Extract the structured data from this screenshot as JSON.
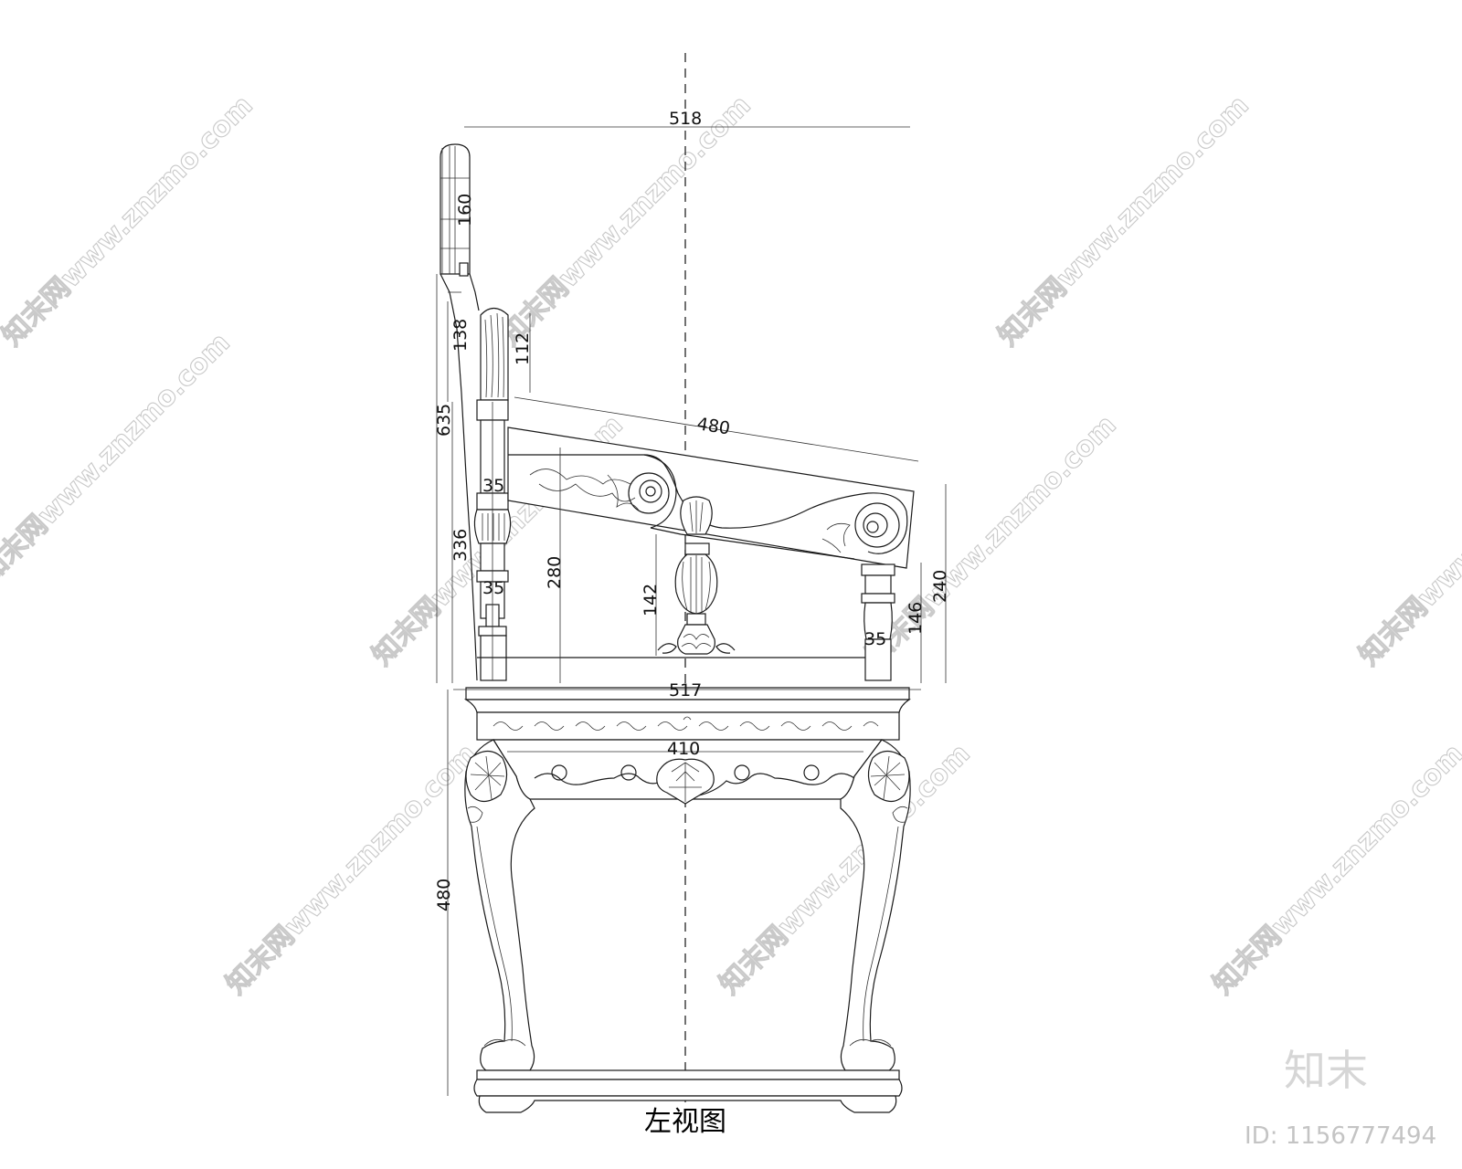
{
  "view_title": "左视图",
  "dimensions": {
    "top_width": "518",
    "back_top_height": "160",
    "back_mid_height": "138",
    "overall_back_height": "635",
    "arm_height_lower": "336",
    "post_block_upper": "35",
    "post_block_lower": "35",
    "post_height": "112",
    "armrest_length": "480",
    "arm_front_height": "280",
    "baluster_height": "142",
    "front_post_width": "35",
    "front_post_height": "146",
    "front_arm_height": "240",
    "seat_width": "517",
    "apron_width": "410",
    "leg_height": "480"
  },
  "watermark": {
    "text": "知末网www.znzmo.com"
  },
  "brand": {
    "logo_text": "知末",
    "id_text": "ID: 1156777494"
  }
}
